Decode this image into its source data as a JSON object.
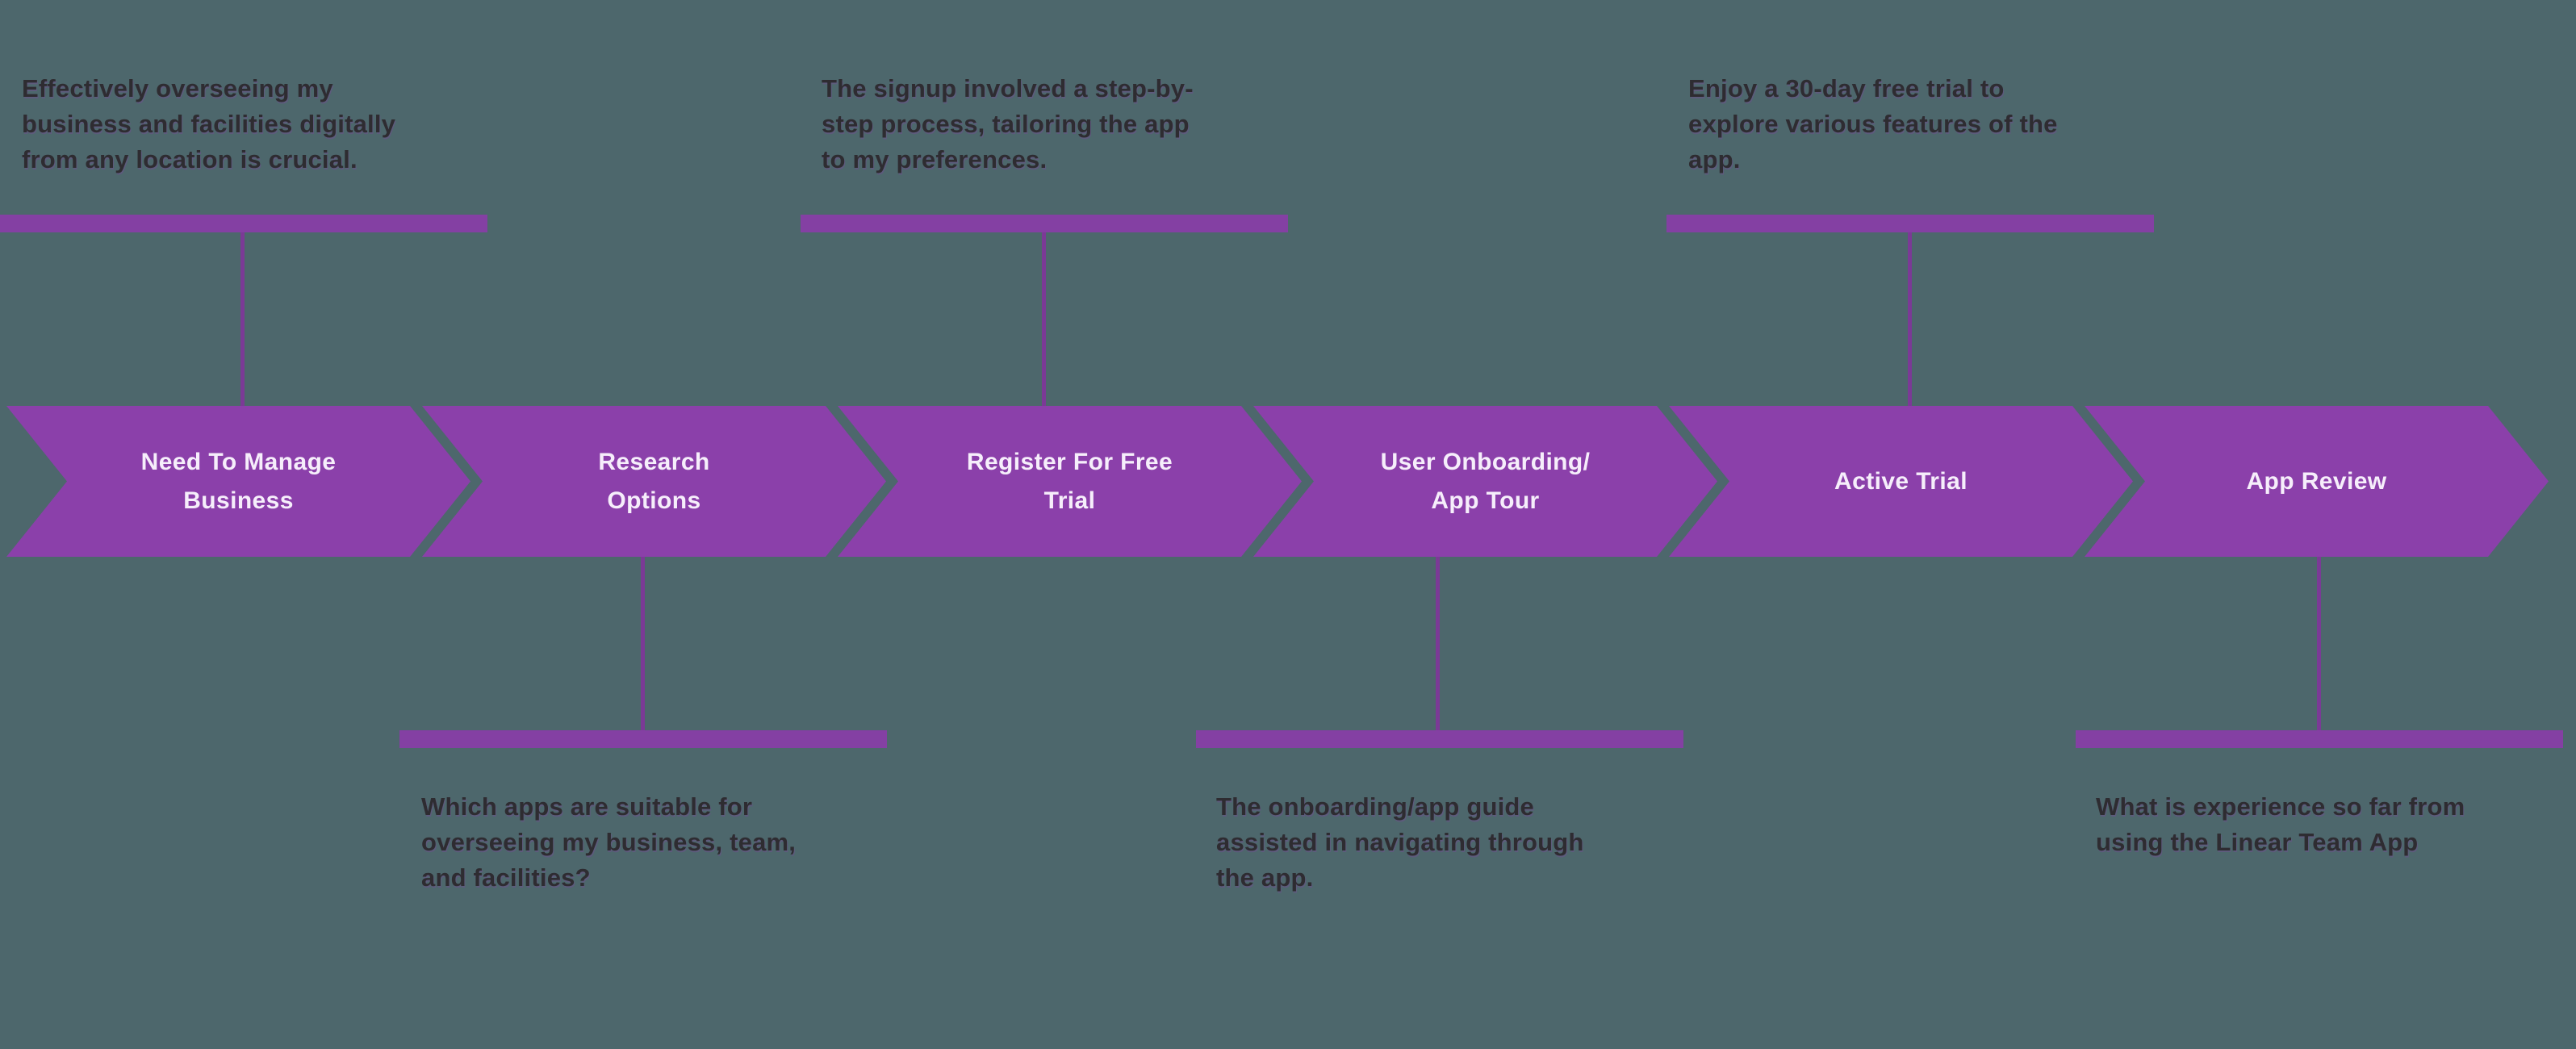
{
  "colors": {
    "background": "#4d676c",
    "chevron_fill": "#8b40aa",
    "annotation_bar": "#8440a3",
    "connector_line": "#7b3a96",
    "annotation_text": "#2e2c31",
    "stage_label_text": "#f6eefb"
  },
  "stages": [
    {
      "label": "Need To Manage\nBusiness"
    },
    {
      "label": "Research\nOptions"
    },
    {
      "label": "Register For Free\nTrial"
    },
    {
      "label": "User Onboarding/\nApp Tour"
    },
    {
      "label": "Active Trial"
    },
    {
      "label": "App Review"
    }
  ],
  "annotations_top": [
    {
      "text": "Effectively overseeing my\nbusiness and facilities digitally\nfrom any location is crucial."
    },
    {
      "text": "The signup involved a step-by-\nstep process, tailoring the app\nto my preferences."
    },
    {
      "text": "Enjoy a 30-day free trial to\nexplore various features of the\napp."
    }
  ],
  "annotations_bottom": [
    {
      "text": "Which apps are suitable for\noverseeing my business, team,\nand facilities?"
    },
    {
      "text": "The onboarding/app guide\nassisted in navigating through\nthe app."
    },
    {
      "text": "What is experience so far from\nusing the Linear Team App"
    }
  ]
}
